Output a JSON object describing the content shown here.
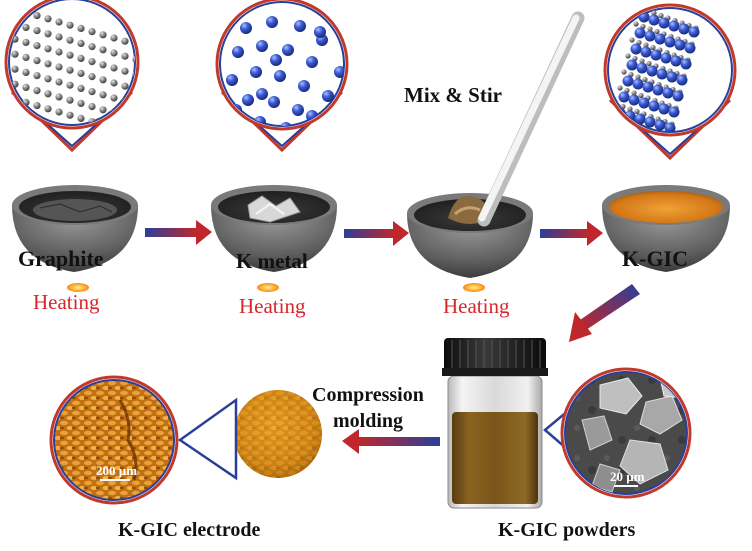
{
  "labels": {
    "graphite": "Graphite",
    "k_metal": "K metal",
    "mix_stir": "Mix & Stir",
    "k_gic": "K-GIC",
    "heating_1": "Heating",
    "heating_2": "Heating",
    "heating_3": "Heating",
    "compression_line1": "Compression",
    "compression_line2": "molding",
    "electrode": "K-GIC electrode",
    "powders": "K-GIC powders",
    "scale_left": "200 µm",
    "scale_right": "20 µm"
  },
  "colors": {
    "heating_text": "#d8262b",
    "arrow_start": "#2b3f99",
    "arrow_end": "#c0272d",
    "ring_outer": "#c0392b",
    "ring_inner": "#2b3f99",
    "potassium": "#3553c8",
    "carbon": "#7d7d7d",
    "k_gic_powder": "#d9881a"
  }
}
